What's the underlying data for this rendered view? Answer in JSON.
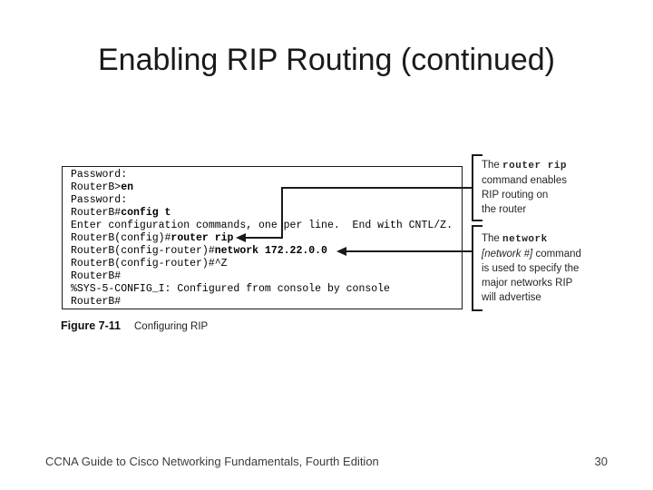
{
  "title": "Enabling RIP Routing (continued)",
  "colors": {
    "ink": "#1a1a1a",
    "background": "#ffffff"
  },
  "figure": {
    "caption_label": "Figure 7-11",
    "caption_text": "Configuring RIP",
    "terminal_lines": [
      [
        {
          "t": "Password:"
        }
      ],
      [
        {
          "t": "RouterB>"
        },
        {
          "t": "en",
          "b": true
        }
      ],
      [
        {
          "t": "Password:"
        }
      ],
      [
        {
          "t": "RouterB#"
        },
        {
          "t": "config t",
          "b": true
        }
      ],
      [
        {
          "t": "Enter configuration commands, one per line.  End with CNTL/Z."
        }
      ],
      [
        {
          "t": "RouterB(config)#"
        },
        {
          "t": "router rip",
          "b": true
        }
      ],
      [
        {
          "t": "RouterB(config-router)#"
        },
        {
          "t": "network 172.22.0.0",
          "b": true
        }
      ],
      [
        {
          "t": "RouterB(config-router)#^Z"
        }
      ],
      [
        {
          "t": "RouterB#"
        }
      ],
      [
        {
          "t": "%SYS-5-CONFIG_I: Configured from console by console"
        }
      ],
      [
        {
          "t": "RouterB#"
        }
      ]
    ]
  },
  "annotations": [
    {
      "id": "router-rip",
      "lines": [
        [
          {
            "t": "The ",
            "s": "plain"
          },
          {
            "t": "router rip",
            "s": "mono"
          }
        ],
        [
          {
            "t": "command enables",
            "s": "plain"
          }
        ],
        [
          {
            "t": "RIP routing on",
            "s": "plain"
          }
        ],
        [
          {
            "t": "the router",
            "s": "plain"
          }
        ]
      ]
    },
    {
      "id": "network",
      "lines": [
        [
          {
            "t": "The ",
            "s": "plain"
          },
          {
            "t": "network",
            "s": "mono"
          }
        ],
        [
          {
            "t": "[network #]",
            "s": "italic"
          },
          {
            "t": " command",
            "s": "plain"
          }
        ],
        [
          {
            "t": "is used to specify the",
            "s": "plain"
          }
        ],
        [
          {
            "t": "major networks RIP",
            "s": "plain"
          }
        ],
        [
          {
            "t": "will advertise",
            "s": "plain"
          }
        ]
      ]
    }
  ],
  "footer": {
    "left": "CCNA Guide to Cisco Networking Fundamentals, Fourth Edition",
    "page": "30"
  }
}
